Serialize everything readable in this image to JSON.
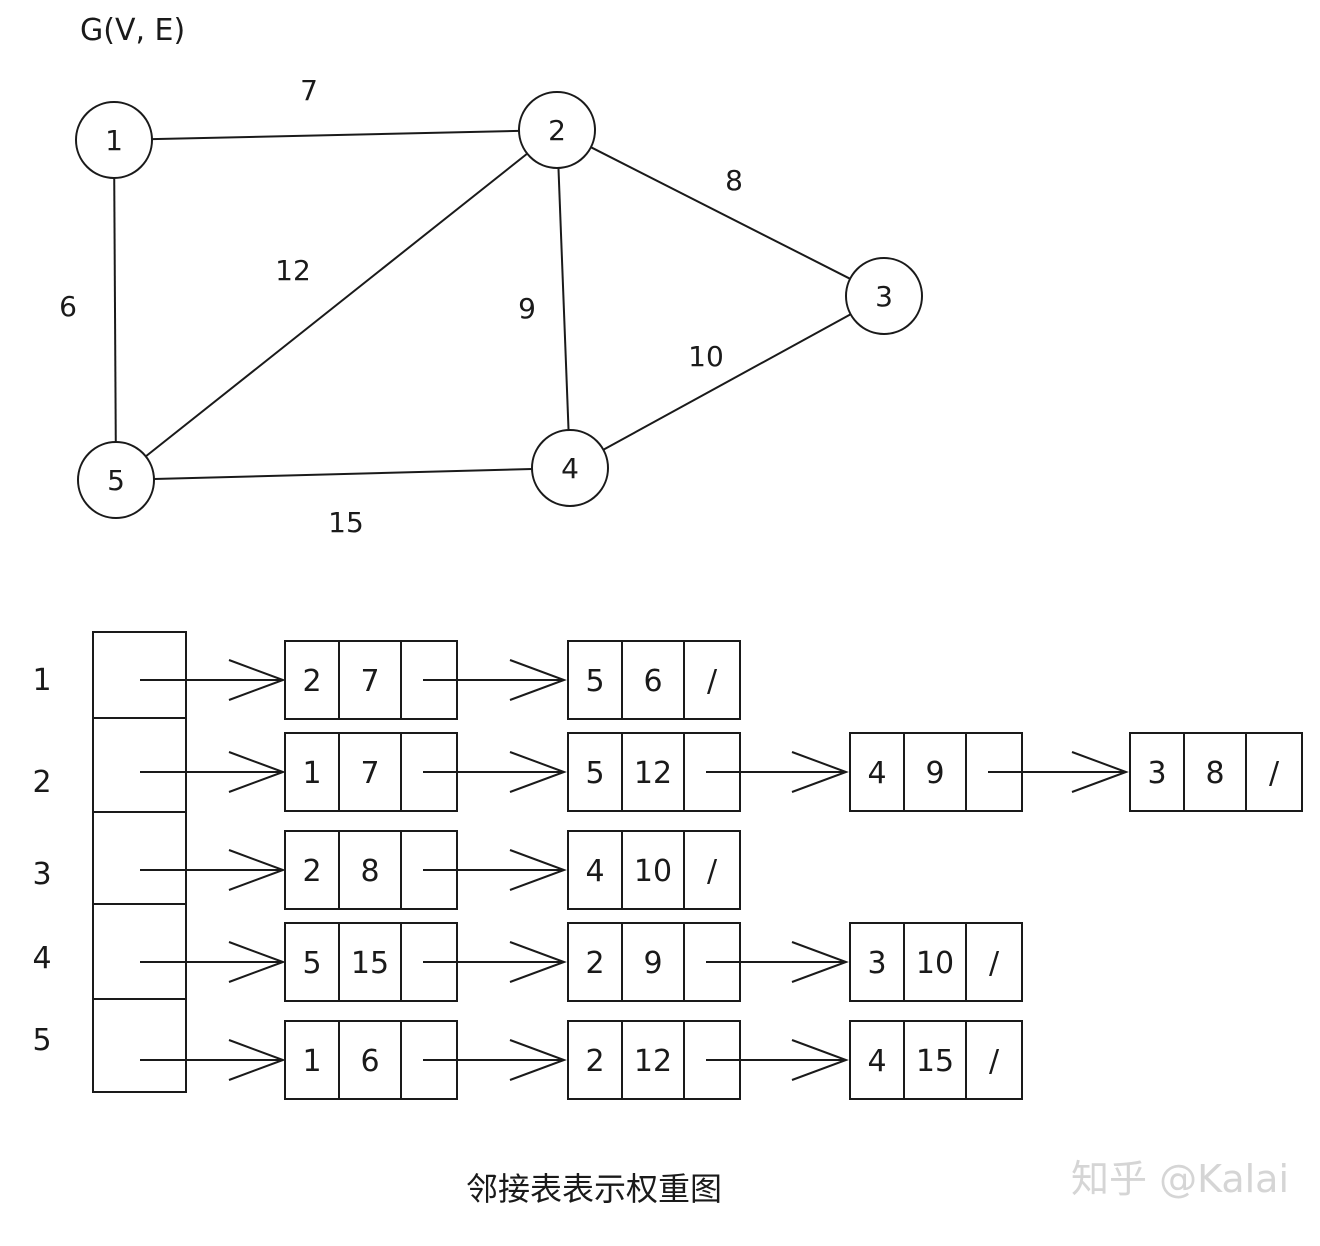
{
  "graph": {
    "title": "G(V, E)",
    "nodes": [
      "1",
      "2",
      "3",
      "4",
      "5"
    ],
    "edges": [
      {
        "from": "1",
        "to": "2",
        "weight": "7"
      },
      {
        "from": "1",
        "to": "5",
        "weight": "6"
      },
      {
        "from": "2",
        "to": "3",
        "weight": "8"
      },
      {
        "from": "2",
        "to": "5",
        "weight": "12"
      },
      {
        "from": "2",
        "to": "4",
        "weight": "9"
      },
      {
        "from": "3",
        "to": "4",
        "weight": "10"
      },
      {
        "from": "5",
        "to": "4",
        "weight": "15"
      }
    ]
  },
  "adjacency": {
    "rows": [
      {
        "label": "1",
        "nodes": [
          [
            "2",
            "7",
            ""
          ],
          [
            "5",
            "6",
            "/"
          ]
        ]
      },
      {
        "label": "2",
        "nodes": [
          [
            "1",
            "7",
            ""
          ],
          [
            "5",
            "12",
            ""
          ],
          [
            "4",
            "9",
            ""
          ],
          [
            "3",
            "8",
            "/"
          ]
        ]
      },
      {
        "label": "3",
        "nodes": [
          [
            "2",
            "8",
            ""
          ],
          [
            "4",
            "10",
            "/"
          ]
        ]
      },
      {
        "label": "4",
        "nodes": [
          [
            "5",
            "15",
            ""
          ],
          [
            "2",
            "9",
            ""
          ],
          [
            "3",
            "10",
            "/"
          ]
        ]
      },
      {
        "label": "5",
        "nodes": [
          [
            "1",
            "6",
            ""
          ],
          [
            "2",
            "12",
            ""
          ],
          [
            "4",
            "15",
            "/"
          ]
        ]
      }
    ]
  },
  "caption": "邻接表表示权重图",
  "watermark": "知乎 @Kalai"
}
